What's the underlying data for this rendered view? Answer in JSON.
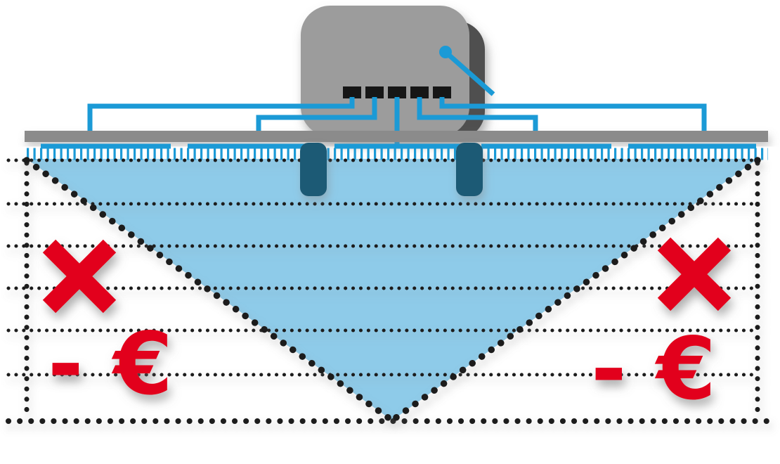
{
  "diagram": {
    "name": "sprayer-section-control-coverage",
    "description_visible_elements": "tractor rear view with GPS antenna, spray boom with five hose sections and nozzle fringe, triangular spray coverage area over dotted field grid, missed corner zones marked with red crosses and minus-euro labels",
    "colors": {
      "background": "#ffffff",
      "hose_blue": "#1b9ad6",
      "spray_area_blue": "#8ecbe9",
      "tractor_gray": "#9c9c9c",
      "tractor_shadow_gray": "#4f4f4f",
      "boom_gray": "#8b8b8b",
      "valve_black": "#161616",
      "wheel_teal": "#1e5a75",
      "field_dot_black": "#1a1a1a",
      "alert_red": "#e2001a"
    },
    "icons": {
      "cross": "heavy multiplication X drawn as two crossed red strokes",
      "gps_receiver": "blue dot with diagonal antenna line",
      "nozzles": "dense row of short vertical blue ticks"
    },
    "annotations": {
      "left": {
        "cross_icon": "✖",
        "cost_label": "- €"
      },
      "right": {
        "cross_icon": "✖",
        "cost_label": "- €"
      }
    },
    "sections_count": "5"
  }
}
